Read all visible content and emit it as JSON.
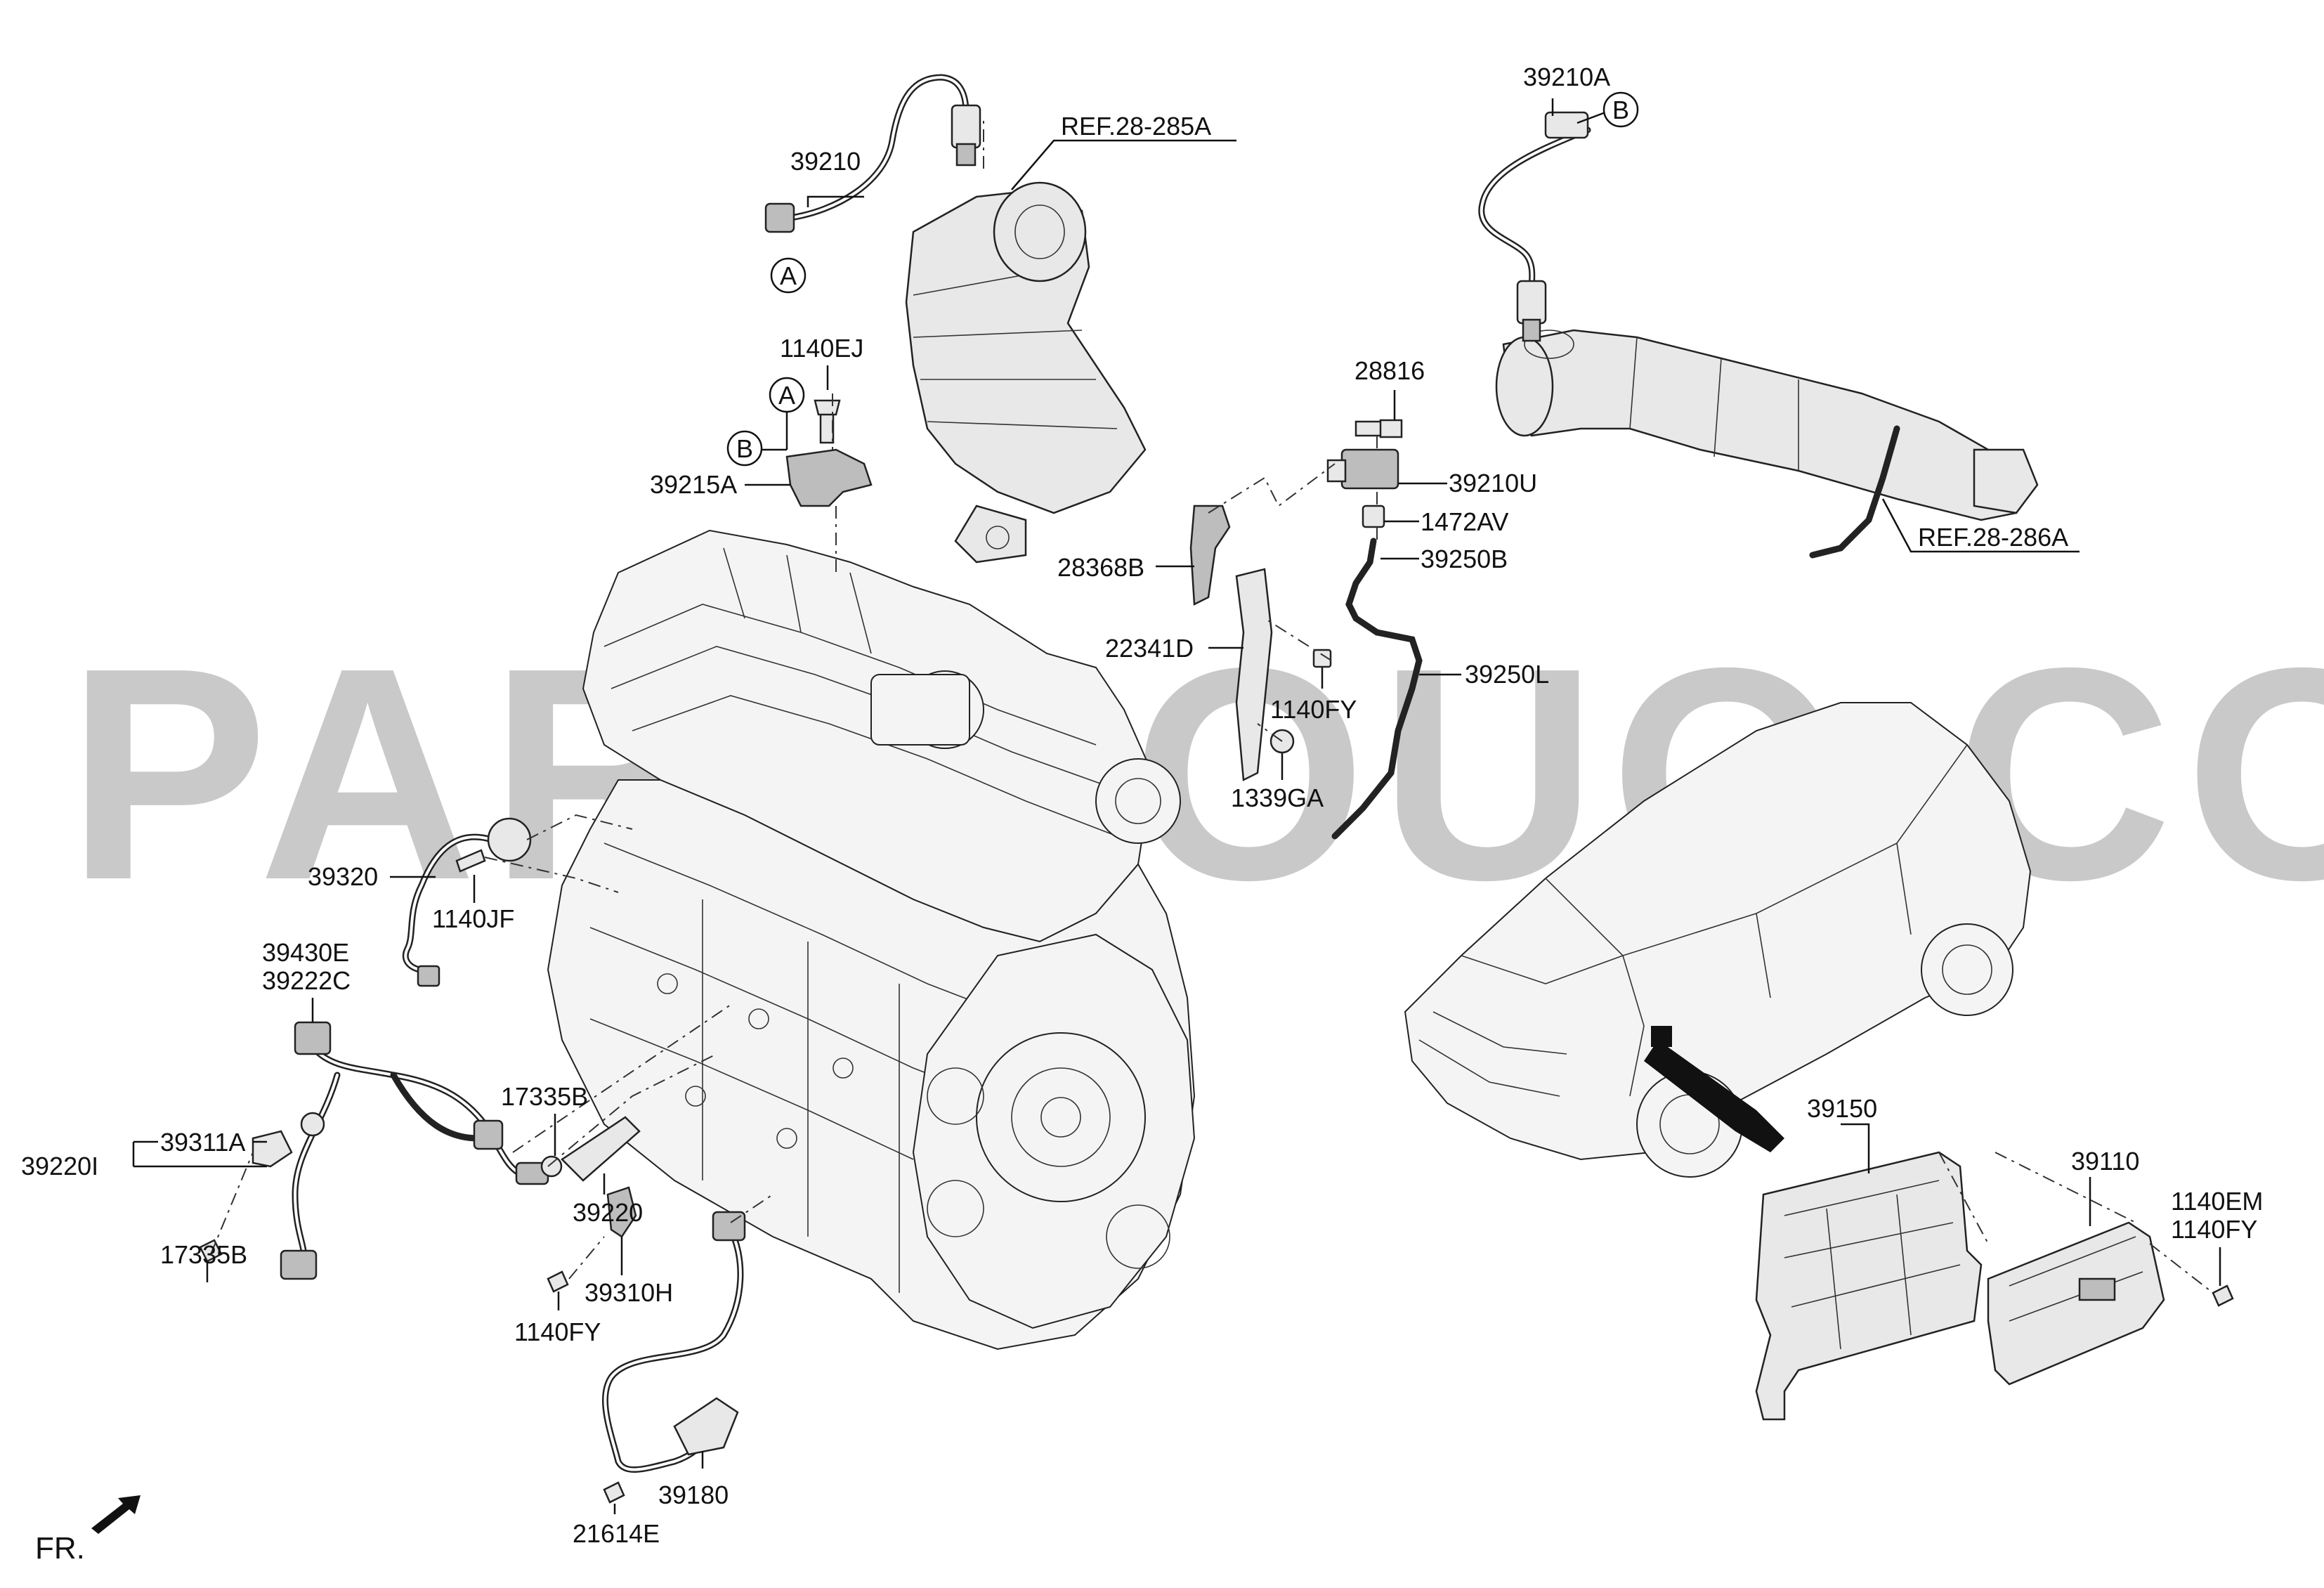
{
  "watermark": "PARTSOUQ.COM",
  "orientation_label": "FR.",
  "callouts": {
    "a1": "A",
    "a2": "A",
    "b1": "B",
    "b2": "B"
  },
  "references": [
    "REF.28-285A",
    "REF.28-286A"
  ],
  "part_labels": [
    "39210",
    "39210A",
    "1140EJ",
    "39215A",
    "28816",
    "39210U",
    "1472AV",
    "39250B",
    "28368B",
    "22341D",
    "39250L",
    "1140FY",
    "1339GA",
    "39320",
    "1140JF",
    "39430E",
    "39222C",
    "17335B",
    "39311A",
    "39220I",
    "39220",
    "17335B",
    "39310H",
    "1140FY",
    "39180",
    "21614E",
    "39150",
    "39110",
    "1140EM",
    "1140FY"
  ]
}
